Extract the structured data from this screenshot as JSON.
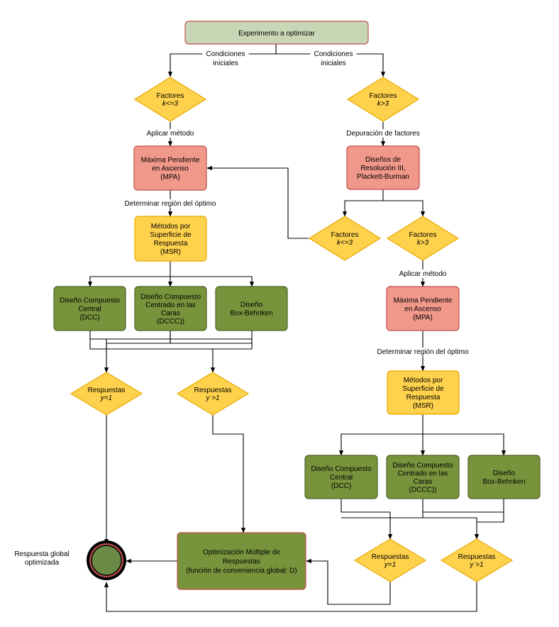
{
  "colors": {
    "start_fill": "#c9d6b5",
    "start_stroke": "#c0504d",
    "diamond_fill": "#ffd24d",
    "diamond_stroke": "#e6a800",
    "salmon_fill": "#f0988a",
    "salmon_stroke": "#c0504d",
    "msr_fill": "#ffd24d",
    "msr_stroke": "#e6a800",
    "green_fill": "#77933c",
    "green_stroke": "#4f6228",
    "end_fill": "#6a8a45",
    "end_ring": "#c0504d",
    "end_outer": "#000000",
    "line": "#000000"
  },
  "nodes": {
    "start": "Experimento a optimizar",
    "f_left": [
      "Factores",
      "k<=3"
    ],
    "f_right": [
      "Factores",
      "k>3"
    ],
    "mpa_left": [
      "Máxima Pendiente",
      "en Ascenso",
      "(MPA)"
    ],
    "dres": [
      "Diseños de",
      "Resolución III,",
      "Plackett-Burman"
    ],
    "f_mid_left": [
      "Factores",
      "k<=3"
    ],
    "f_mid_right": [
      "Factores",
      "k>3"
    ],
    "msr_left": [
      "Métodos por",
      "Superficie de",
      "Respuesta",
      "(MSR)"
    ],
    "dcc_l": [
      "Diseño Compuesto",
      "Central",
      "(DCC)"
    ],
    "dccc_l": [
      "Diseño Compuesto",
      "Centrado en las",
      "Caras",
      "(DCCC))"
    ],
    "bb_l": [
      "Diseño",
      "Box-Behnken"
    ],
    "mpa_right": [
      "Máxima Pendiente",
      "en Ascenso",
      "(MPA)"
    ],
    "msr_right": [
      "Métodos por",
      "Superficie de",
      "Respuesta",
      "(MSR)"
    ],
    "dcc_r": [
      "Diseño Compuesto",
      "Central",
      "(DCC)"
    ],
    "dccc_r": [
      "Diseño Compuesto",
      "Centrado en las",
      "Caras",
      "(DCCC))"
    ],
    "bb_r": [
      "Diseño",
      "Box-Behnken"
    ],
    "resp1_l": [
      "Respuestas",
      "y=1"
    ],
    "respN_l": [
      "Respuestas",
      "y >1"
    ],
    "resp1_r": [
      "Respuestas",
      "y=1"
    ],
    "respN_r": [
      "Respuestas",
      "y >1"
    ],
    "optim": [
      "Optimización Múltiple de",
      "Respuestas",
      "(función de conveniencia global: D)"
    ],
    "end_label": [
      "Respuesta global",
      "optimizada"
    ]
  },
  "edges": {
    "cond_left": [
      "Condiciones",
      "iniciales"
    ],
    "cond_right": [
      "Condiciones",
      "iniciales"
    ],
    "aplicar_left": "Aplicar método",
    "depuracion": "Depuración de factores",
    "det_left": "Determinar región del óptimo",
    "aplicar_right": "Aplicar método",
    "det_right": "Determinar región del óptimo"
  }
}
